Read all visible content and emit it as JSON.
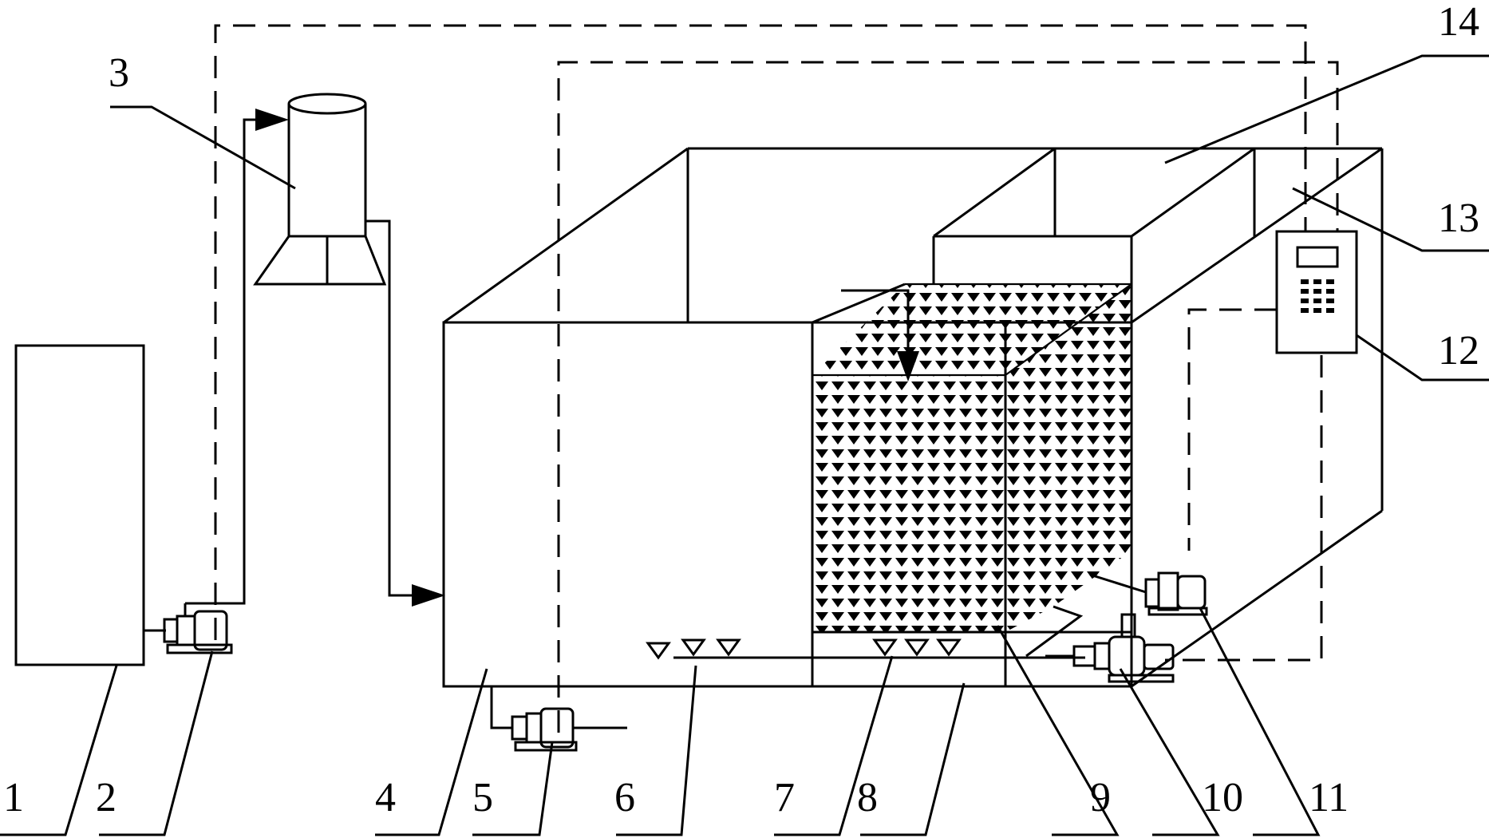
{
  "diagram": {
    "labels": {
      "l1": "1",
      "l2": "2",
      "l3": "3",
      "l4": "4",
      "l5": "5",
      "l6": "6",
      "l7": "7",
      "l8": "8",
      "l9": "9",
      "l10": "10",
      "l11": "11",
      "l12": "12",
      "l13": "13",
      "l14": "14"
    }
  }
}
